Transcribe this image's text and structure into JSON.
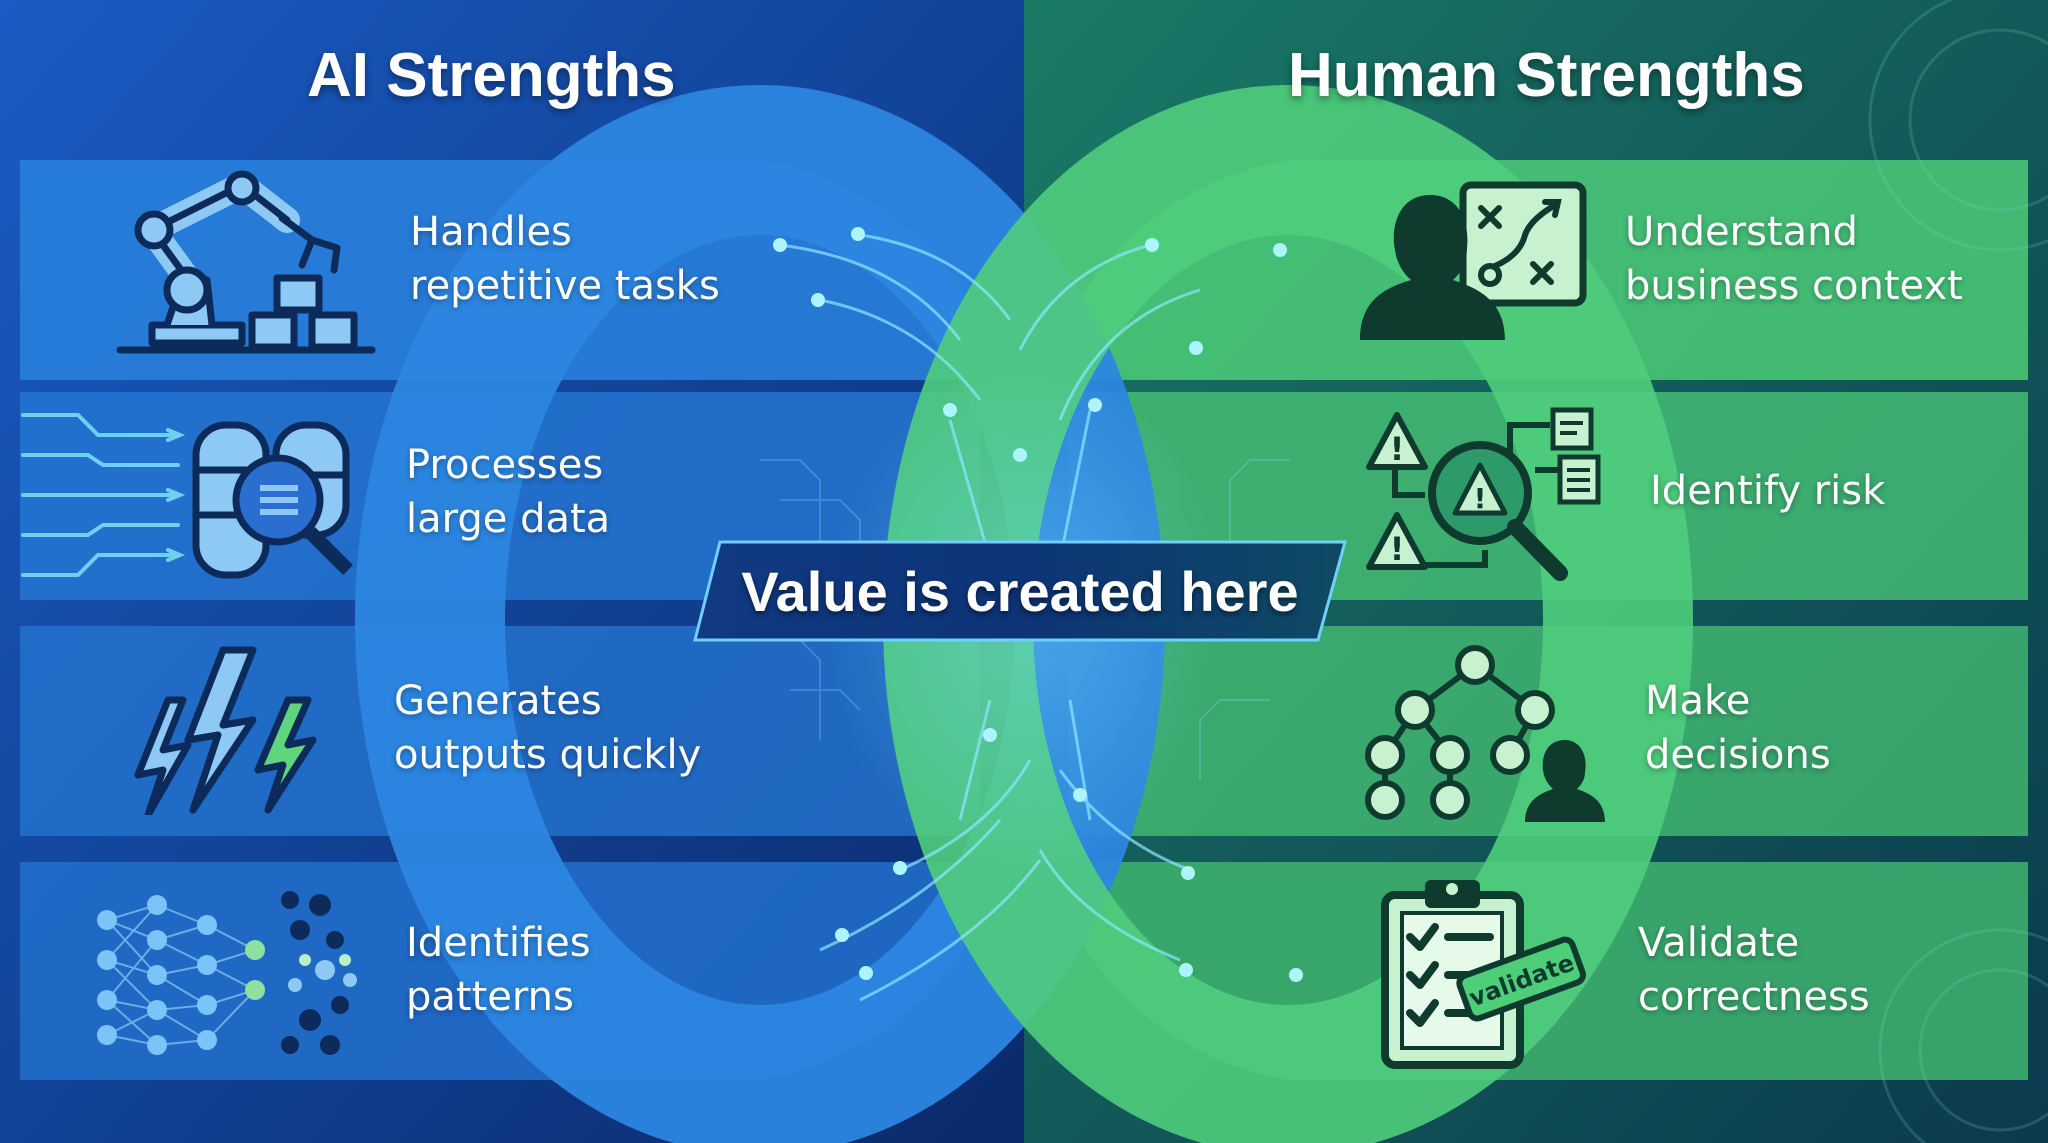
{
  "left_panel": {
    "title": "AI Strengths",
    "items": [
      {
        "icon": "robot-arm-icon",
        "lines": [
          "Handles",
          "repetitive tasks"
        ]
      },
      {
        "icon": "database-search-icon",
        "lines": [
          "Processes",
          "large data"
        ]
      },
      {
        "icon": "lightning-bolts-icon",
        "lines": [
          "Generates",
          "outputs quickly"
        ]
      },
      {
        "icon": "neural-network-icon",
        "lines": [
          "Identifies",
          "patterns"
        ]
      }
    ]
  },
  "right_panel": {
    "title": "Human Strengths",
    "items": [
      {
        "icon": "strategy-board-person-icon",
        "lines": [
          "Understand",
          "business context"
        ]
      },
      {
        "icon": "risk-magnifier-icon",
        "lines": [
          "Identify risk"
        ]
      },
      {
        "icon": "decision-tree-icon",
        "lines": [
          "Make",
          "decisions"
        ]
      },
      {
        "icon": "validate-clipboard-icon",
        "lines": [
          "Validate",
          "correctness"
        ],
        "stamp": "validate"
      }
    ]
  },
  "center": {
    "banner": "Value is created here"
  },
  "colors": {
    "ai_blue": "#2e86de",
    "human_green": "#4fce7a",
    "navy": "#0b2a5c",
    "dark_green": "#0f4a3c"
  }
}
